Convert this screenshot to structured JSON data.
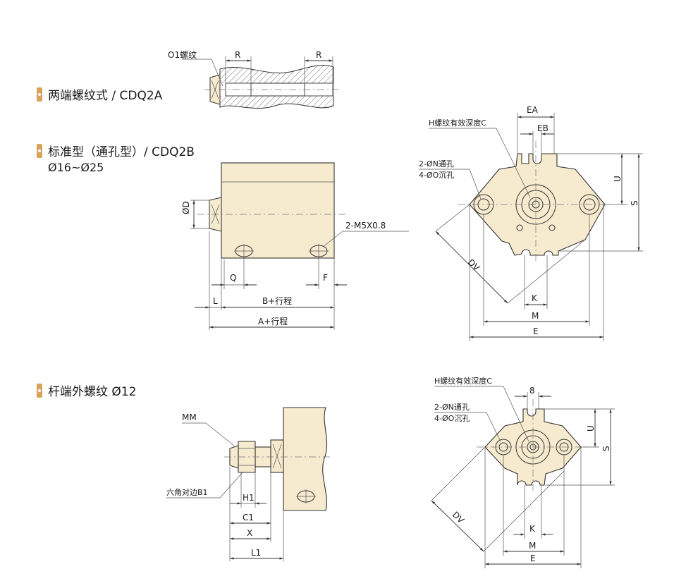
{
  "sections": {
    "both_ends_thread": "两端螺纹式 / CDQ2A",
    "standard_type": "标准型（通孔型）/ CDQ2B",
    "standard_range": "Ø16~Ø25",
    "rod_end_male": "杆端外螺纹 Ø12"
  },
  "labels": {
    "o1_thread": "O1螺纹",
    "r_left": "R",
    "r_right": "R",
    "phi_d": "ØD",
    "m5": "2-M5X0.8",
    "q": "Q",
    "f": "F",
    "l": "L",
    "b_stroke": "B+行程",
    "a_stroke": "A+行程",
    "ea": "EA",
    "eb": "EB",
    "h_thread_top": "H螺纹有效深度C",
    "n_through_top": "2-ØN通孔",
    "o_counter_top": "4-ØO沉孔",
    "u_top": "U",
    "s_top": "S",
    "dv_top": "DV",
    "k_top": "K",
    "m_top": "M",
    "e_top": "E",
    "mm": "MM",
    "hex_b1": "六角对边B1",
    "h1": "H1",
    "c1": "C1",
    "x": "X",
    "l1": "L1",
    "h_thread_bot": "H螺纹有效深度C",
    "eight": "8",
    "n_through_bot": "2-ØN通孔",
    "o_counter_bot": "4-ØO沉孔",
    "u_bot": "U",
    "s_bot": "S",
    "dv_bot": "DV",
    "k_bot": "K",
    "m_bot": "M",
    "e_bot": "E"
  },
  "colors": {
    "body_fill": "#f7ebcf",
    "bullet": "#d9a25a",
    "line": "#333333"
  }
}
